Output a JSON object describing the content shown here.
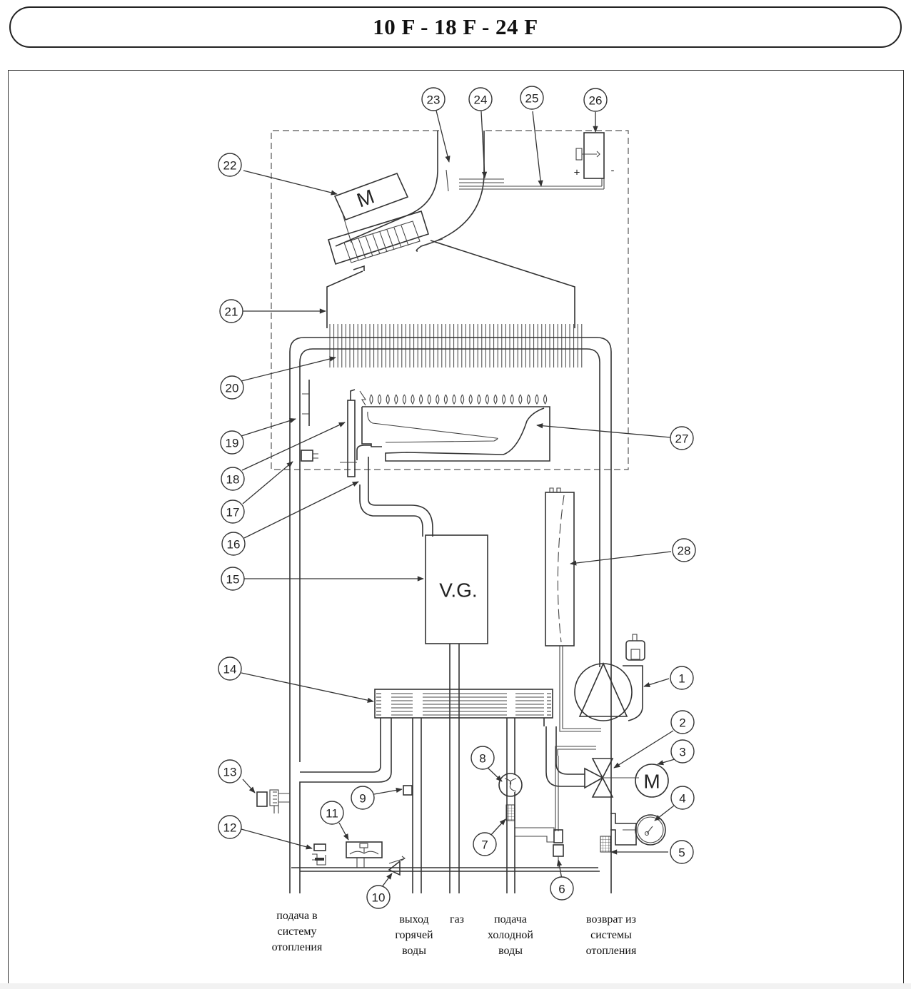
{
  "title": "10 F - 18 F - 24 F",
  "diagram": {
    "component_labels": {
      "motor_fan": "M",
      "gas_valve": "V.G.",
      "diverter_motor": "M",
      "pressure_switch_plus": "+",
      "pressure_switch_minus": "-"
    },
    "callouts": [
      "1",
      "2",
      "3",
      "4",
      "5",
      "6",
      "7",
      "8",
      "9",
      "10",
      "11",
      "12",
      "13",
      "14",
      "15",
      "16",
      "17",
      "18",
      "19",
      "20",
      "21",
      "22",
      "23",
      "24",
      "25",
      "26",
      "27",
      "28"
    ],
    "connections": [
      {
        "id": "heating-flow",
        "label": "подача в\nсистему\nотопления"
      },
      {
        "id": "hot-water-out",
        "label": "выход\nгорячей\nводы"
      },
      {
        "id": "gas",
        "label": "газ"
      },
      {
        "id": "cold-water-in",
        "label": "подача\nхолодной\nводы"
      },
      {
        "id": "heating-return",
        "label": "возврат из\nсистемы\nотопления"
      }
    ]
  }
}
